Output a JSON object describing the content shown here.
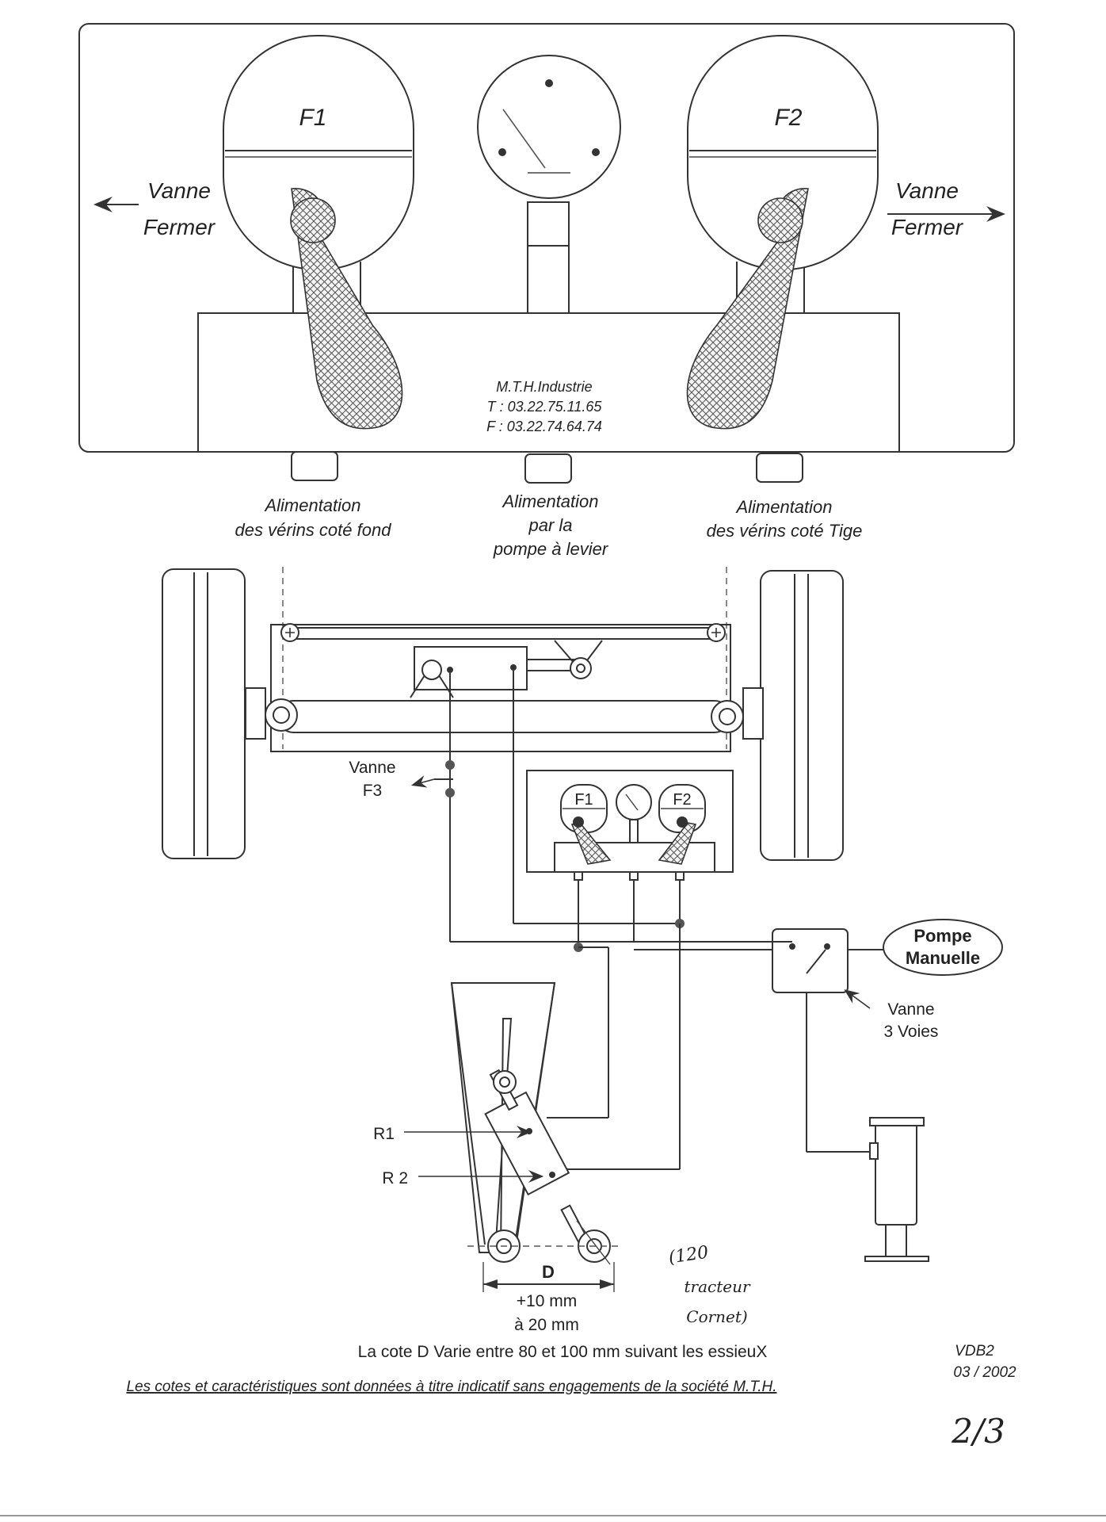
{
  "panel": {
    "gauge_left_label": "F1",
    "gauge_right_label": "F2",
    "valve_left": {
      "line1": "Vanne",
      "line2": "Fermer"
    },
    "valve_right": {
      "line1": "Vanne",
      "line2": "Fermer"
    },
    "company": {
      "name": "M.T.H.Industrie",
      "tel": "T : 03.22.75.11.65",
      "fax": "F : 03.22.74.64.74"
    },
    "port_labels": [
      {
        "line1": "Alimentation",
        "line2": "des vérins coté fond",
        "line3": ""
      },
      {
        "line1": "Alimentation",
        "line2": "par la",
        "line3": "pompe à levier"
      },
      {
        "line1": "Alimentation",
        "line2": "des vérins coté Tige",
        "line3": ""
      }
    ]
  },
  "schematic": {
    "valve_f3": {
      "line1": "Vanne",
      "line2": "F3"
    },
    "mini_panel": {
      "f1": "F1",
      "f2": "F2"
    },
    "pump": {
      "line1": "Pompe",
      "line2": "Manuelle"
    },
    "valve_3way": {
      "line1": "Vanne",
      "line2": "3 Voies"
    },
    "r1": "R1",
    "r2": "R 2",
    "dimension_d": "D",
    "tolerance": {
      "line1": "+10 mm",
      "line2": "à 20 mm"
    }
  },
  "footer": {
    "note": "La cote D Varie entre 80 et 100 mm suivant les essieuX",
    "disclaimer": "Les cotes  et caractéristiques sont données à titre indicatif  sans engagements de la société M.T.H.",
    "ref": "VDB2",
    "date": "03 / 2002",
    "handwritten_note": {
      "line1": "(120",
      "line2": "tracteur",
      "line3": "Cornet)"
    },
    "page_mark": "2/3"
  }
}
